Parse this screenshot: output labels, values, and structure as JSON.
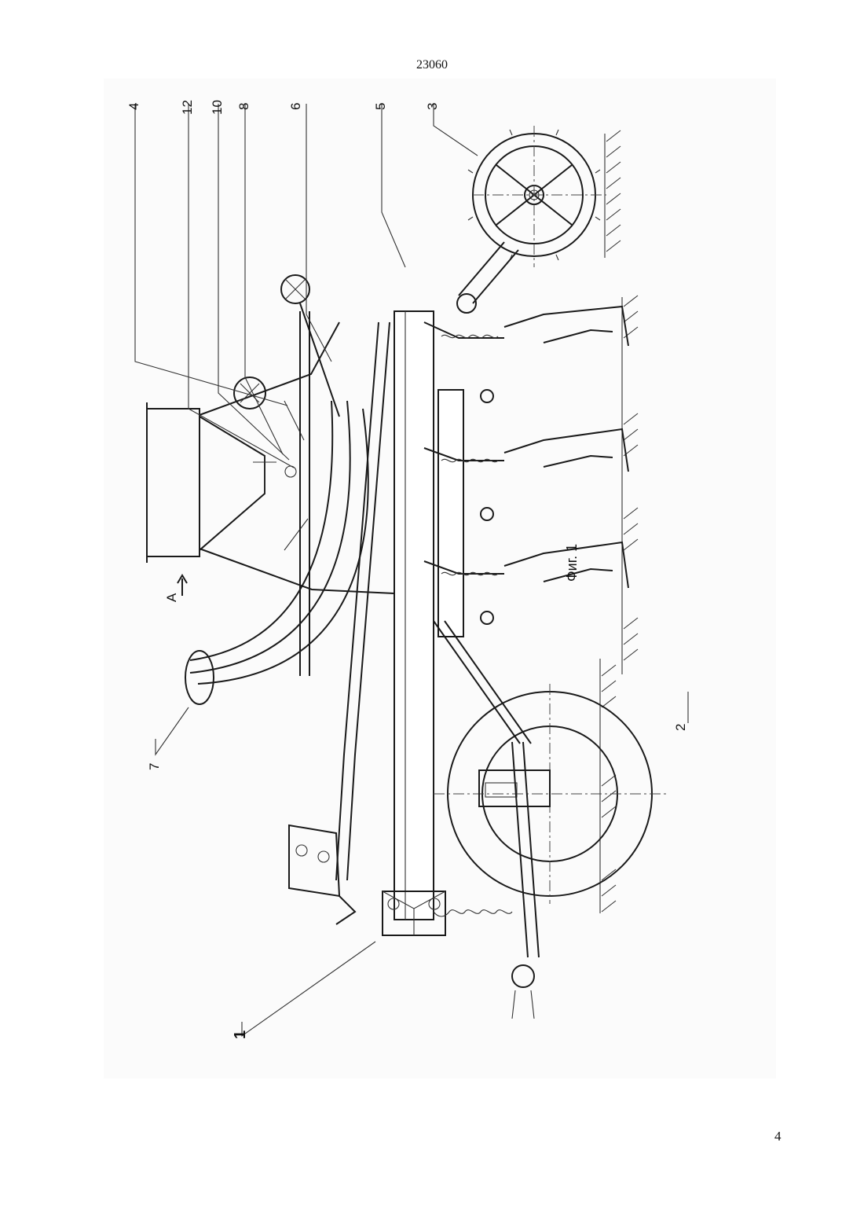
{
  "header": {
    "doc_number": "23060"
  },
  "footer": {
    "page_number": "4"
  },
  "figure": {
    "caption": "Фиг. 1",
    "view_label": "А",
    "part_labels": {
      "frame": "1",
      "support_wheel": "2",
      "roller": "3",
      "hopper": "4",
      "p5": "5",
      "p6": "6",
      "p7": "7",
      "p8": "8",
      "p10": "10",
      "p12": "12"
    }
  }
}
